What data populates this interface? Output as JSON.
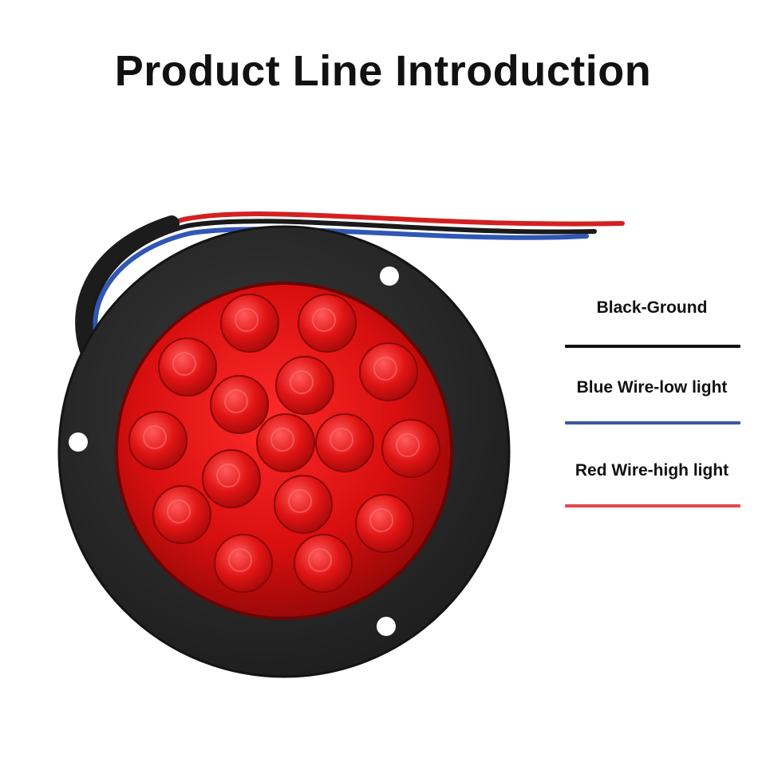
{
  "title": "Product Line Introduction",
  "legend": {
    "items": [
      {
        "label": "Black-Ground",
        "color": "#111111"
      },
      {
        "label": "Blue Wire-low light",
        "color": "#3a5a9c"
      },
      {
        "label": "Red Wire-high light",
        "color": "#e04a4a"
      }
    ]
  },
  "product": {
    "bezel_color": "#2b2b2b",
    "lens_color": "#d80f0f",
    "wire_colors": [
      "#d42020",
      "#1a1a1a",
      "#2f57b5"
    ]
  }
}
